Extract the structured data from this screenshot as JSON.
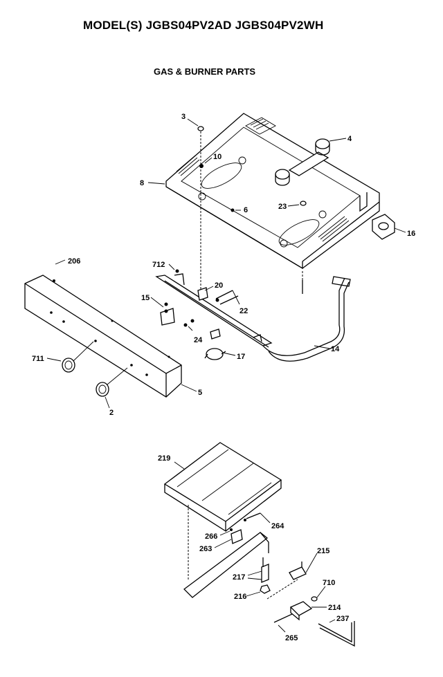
{
  "header": {
    "model_text": "MODEL(S) JGBS04PV2AD  JGBS04PV2WH",
    "section_title": "GAS & BURNER PARTS"
  },
  "parts": {
    "p3": "3",
    "p4": "4",
    "p10": "10",
    "p8": "8",
    "p6": "6",
    "p23": "23",
    "p16": "16",
    "p206": "206",
    "p712": "712",
    "p20": "20",
    "p15": "15",
    "p22": "22",
    "p24": "24",
    "p14": "14",
    "p17": "17",
    "p711": "711",
    "p5": "5",
    "p2": "2",
    "p219": "219",
    "p264": "264",
    "p266": "266",
    "p263": "263",
    "p215": "215",
    "p217": "217",
    "p710": "710",
    "p216": "216",
    "p214": "214",
    "p237": "237",
    "p265": "265"
  }
}
